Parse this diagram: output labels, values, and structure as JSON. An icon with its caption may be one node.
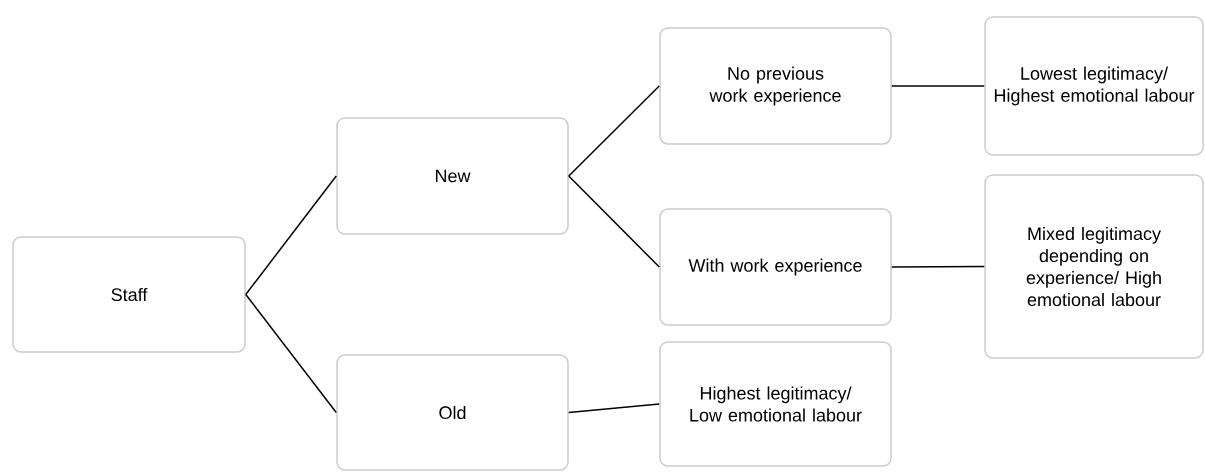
{
  "diagram": {
    "nodes": [
      {
        "text": [
          "Staff"
        ]
      },
      {
        "text": [
          "New"
        ]
      },
      {
        "text": [
          "Old"
        ]
      },
      {
        "text": [
          "No previous work experience"
        ]
      },
      {
        "text": [
          "With work experience"
        ]
      },
      {
        "text": [
          "Highest legitimacy/ Low emotional labour"
        ]
      },
      {
        "text": [
          "Lowest legitimacy/ Highest emotional labour"
        ]
      },
      {
        "text": [
          "Mixed legitimacy depending on experience/ High emotional labour"
        ]
      }
    ],
    "edges": [
      {
        "from": 0,
        "to": 1,
        "arrow": "none"
      },
      {
        "from": 0,
        "to": 2,
        "arrow": "none"
      },
      {
        "from": 1,
        "to": 3,
        "arrow": "none"
      },
      {
        "from": 1,
        "to": 4,
        "arrow": "none"
      },
      {
        "from": 2,
        "to": 5,
        "arrow": "none"
      },
      {
        "from": 3,
        "to": 6,
        "arrow": "none"
      },
      {
        "from": 4,
        "to": 7,
        "arrow": "none"
      }
    ]
  }
}
